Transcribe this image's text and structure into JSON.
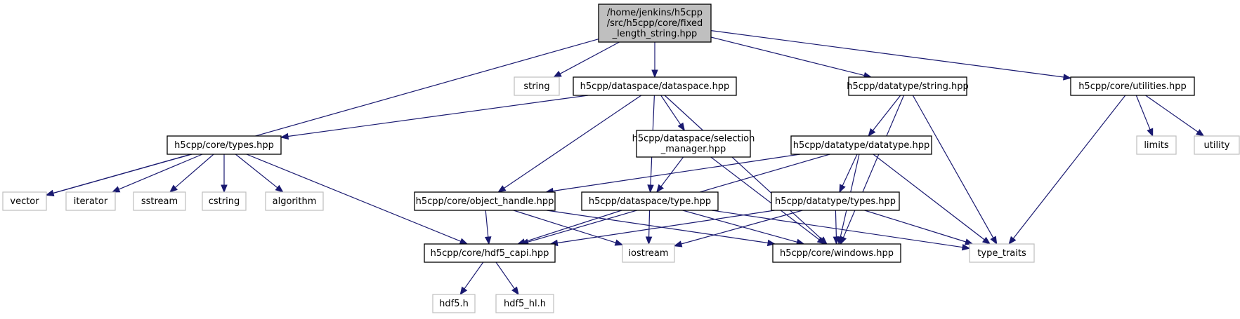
{
  "diagram": {
    "nodes": [
      {
        "id": "root",
        "lines": [
          "/home/jenkins/h5cpp",
          "/src/h5cpp/core/fixed",
          "_length_string.hpp"
        ],
        "kind": "root"
      },
      {
        "id": "string",
        "lines": [
          "string"
        ],
        "kind": "ext"
      },
      {
        "id": "dataspace",
        "lines": [
          "h5cpp/dataspace/dataspace.hpp"
        ],
        "kind": "file"
      },
      {
        "id": "dtstring",
        "lines": [
          "h5cpp/datatype/string.hpp"
        ],
        "kind": "file"
      },
      {
        "id": "utilities",
        "lines": [
          "h5cpp/core/utilities.hpp"
        ],
        "kind": "file"
      },
      {
        "id": "coretypes",
        "lines": [
          "h5cpp/core/types.hpp"
        ],
        "kind": "file"
      },
      {
        "id": "selmgr",
        "lines": [
          "h5cpp/dataspace/selection",
          "_manager.hpp"
        ],
        "kind": "file"
      },
      {
        "id": "datatype",
        "lines": [
          "h5cpp/datatype/datatype.hpp"
        ],
        "kind": "file"
      },
      {
        "id": "limits",
        "lines": [
          "limits"
        ],
        "kind": "ext"
      },
      {
        "id": "utility",
        "lines": [
          "utility"
        ],
        "kind": "ext"
      },
      {
        "id": "vector",
        "lines": [
          "vector"
        ],
        "kind": "ext"
      },
      {
        "id": "iterator",
        "lines": [
          "iterator"
        ],
        "kind": "ext"
      },
      {
        "id": "sstream",
        "lines": [
          "sstream"
        ],
        "kind": "ext"
      },
      {
        "id": "cstring",
        "lines": [
          "cstring"
        ],
        "kind": "ext"
      },
      {
        "id": "algorithm",
        "lines": [
          "algorithm"
        ],
        "kind": "ext"
      },
      {
        "id": "objhandle",
        "lines": [
          "h5cpp/core/object_handle.hpp"
        ],
        "kind": "file"
      },
      {
        "id": "dstype",
        "lines": [
          "h5cpp/dataspace/type.hpp"
        ],
        "kind": "file"
      },
      {
        "id": "dttypes",
        "lines": [
          "h5cpp/datatype/types.hpp"
        ],
        "kind": "file"
      },
      {
        "id": "capi",
        "lines": [
          "h5cpp/core/hdf5_capi.hpp"
        ],
        "kind": "file"
      },
      {
        "id": "iostream",
        "lines": [
          "iostream"
        ],
        "kind": "ext"
      },
      {
        "id": "windows",
        "lines": [
          "h5cpp/core/windows.hpp"
        ],
        "kind": "file"
      },
      {
        "id": "typetraits",
        "lines": [
          "type_traits"
        ],
        "kind": "ext"
      },
      {
        "id": "hdf5h",
        "lines": [
          "hdf5.h"
        ],
        "kind": "ext"
      },
      {
        "id": "hdf5hl",
        "lines": [
          "hdf5_hl.h"
        ],
        "kind": "ext"
      }
    ],
    "edges": [
      {
        "from": "root",
        "to": "vector"
      },
      {
        "from": "root",
        "to": "string"
      },
      {
        "from": "root",
        "to": "dataspace"
      },
      {
        "from": "root",
        "to": "dtstring"
      },
      {
        "from": "root",
        "to": "utilities"
      },
      {
        "from": "dataspace",
        "to": "coretypes"
      },
      {
        "from": "dataspace",
        "to": "objhandle"
      },
      {
        "from": "dataspace",
        "to": "dstype"
      },
      {
        "from": "dataspace",
        "to": "selmgr"
      },
      {
        "from": "dataspace",
        "to": "windows"
      },
      {
        "from": "dtstring",
        "to": "datatype"
      },
      {
        "from": "dtstring",
        "to": "windows"
      },
      {
        "from": "dtstring",
        "to": "typetraits"
      },
      {
        "from": "utilities",
        "to": "typetraits"
      },
      {
        "from": "utilities",
        "to": "limits"
      },
      {
        "from": "utilities",
        "to": "utility"
      },
      {
        "from": "coretypes",
        "to": "vector"
      },
      {
        "from": "coretypes",
        "to": "iterator"
      },
      {
        "from": "coretypes",
        "to": "sstream"
      },
      {
        "from": "coretypes",
        "to": "cstring"
      },
      {
        "from": "coretypes",
        "to": "algorithm"
      },
      {
        "from": "coretypes",
        "to": "capi"
      },
      {
        "from": "selmgr",
        "to": "dstype"
      },
      {
        "from": "selmgr",
        "to": "windows"
      },
      {
        "from": "datatype",
        "to": "objhandle"
      },
      {
        "from": "datatype",
        "to": "capi"
      },
      {
        "from": "datatype",
        "to": "dttypes"
      },
      {
        "from": "datatype",
        "to": "windows"
      },
      {
        "from": "datatype",
        "to": "typetraits"
      },
      {
        "from": "objhandle",
        "to": "capi"
      },
      {
        "from": "objhandle",
        "to": "iostream"
      },
      {
        "from": "objhandle",
        "to": "windows"
      },
      {
        "from": "dstype",
        "to": "capi"
      },
      {
        "from": "dstype",
        "to": "iostream"
      },
      {
        "from": "dstype",
        "to": "windows"
      },
      {
        "from": "dstype",
        "to": "typetraits"
      },
      {
        "from": "dttypes",
        "to": "capi"
      },
      {
        "from": "dttypes",
        "to": "iostream"
      },
      {
        "from": "dttypes",
        "to": "windows"
      },
      {
        "from": "dttypes",
        "to": "typetraits"
      },
      {
        "from": "capi",
        "to": "hdf5h"
      },
      {
        "from": "capi",
        "to": "hdf5hl"
      }
    ]
  }
}
